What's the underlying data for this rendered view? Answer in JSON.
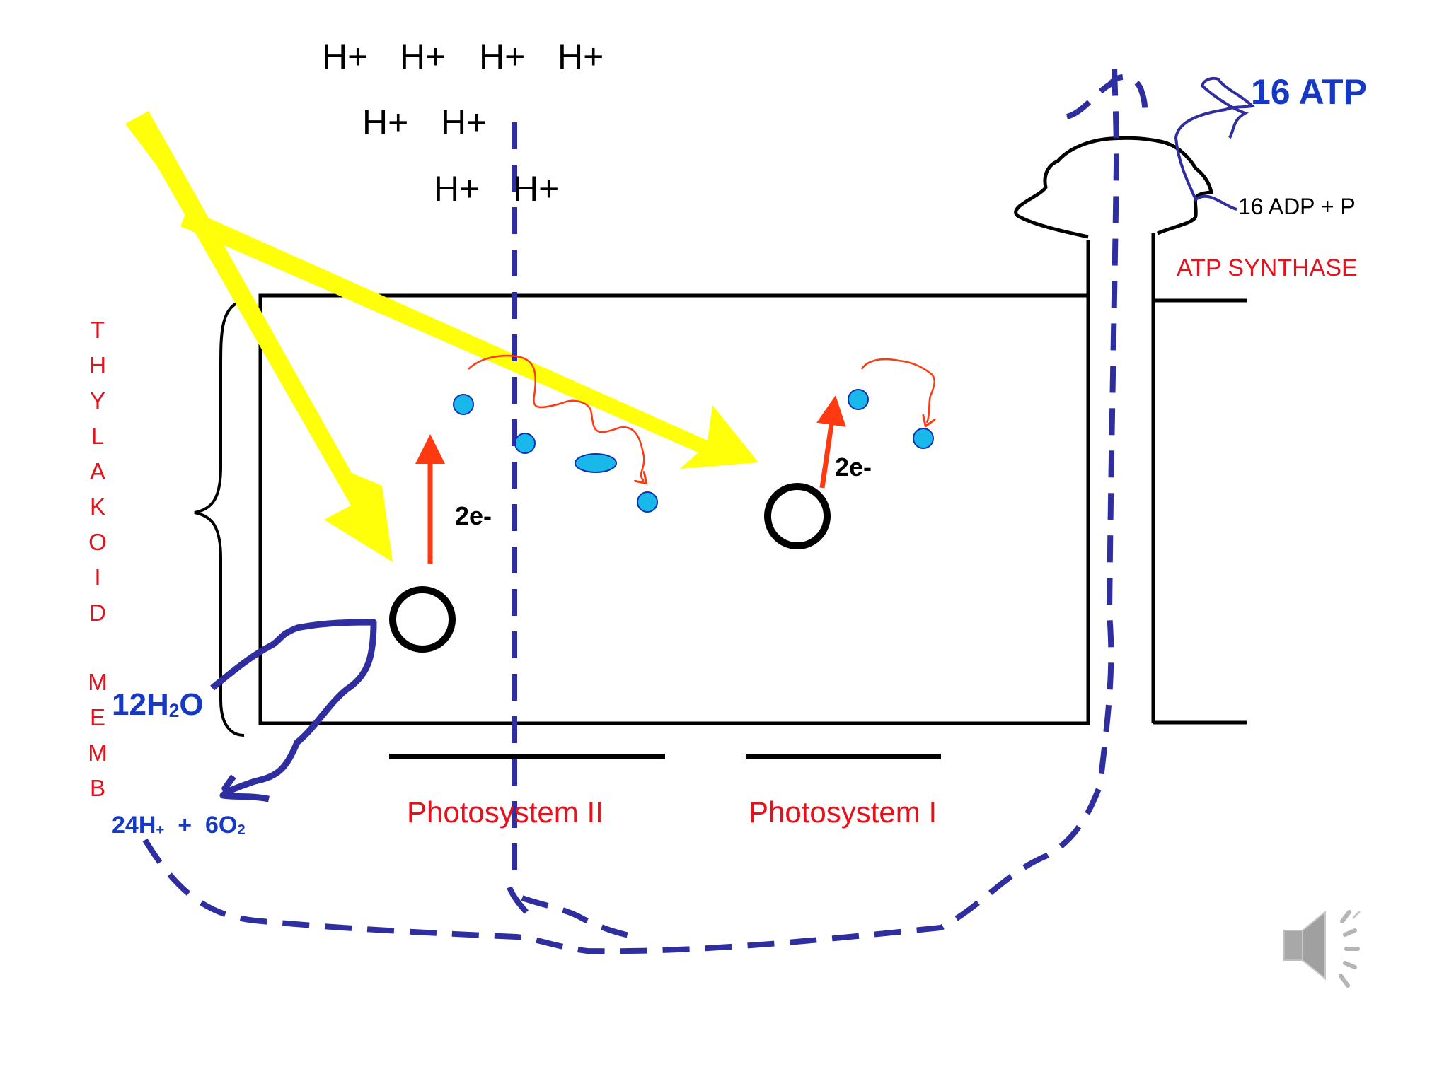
{
  "protons": {
    "row1": [
      "H+",
      "H+",
      "H+",
      "H+"
    ],
    "row2": [
      "H+",
      "H+"
    ],
    "row3": [
      "H+",
      "H+"
    ]
  },
  "membrane_label": [
    "T",
    "H",
    "Y",
    "L",
    "A",
    "K",
    "O",
    "I",
    "D",
    "",
    "M",
    "E",
    "M",
    "B"
  ],
  "electrons_ps2": "2e-",
  "electrons_ps1": "2e-",
  "water": {
    "coef": "12H",
    "sub": "2",
    "end": "O"
  },
  "products": {
    "hcoef": "24H",
    "hsup": "+",
    "plus": "+",
    "ocoef": "6O",
    "osub": "2"
  },
  "photosystem2_label": "Photosystem II",
  "photosystem1_label": "Photosystem I",
  "atp_output": "16 ATP",
  "adp_input": "16 ADP + P",
  "atp_synthase_label": "ATP SYNTHASE",
  "colors": {
    "light": "#ffff0a",
    "flow": "#2e2ea0",
    "excitation": "#ff3a10",
    "carrier": "#18b8ea",
    "label_red": "#e8101a",
    "label_blue": "#1539c4"
  },
  "icons": {
    "speaker": "speaker-icon"
  }
}
